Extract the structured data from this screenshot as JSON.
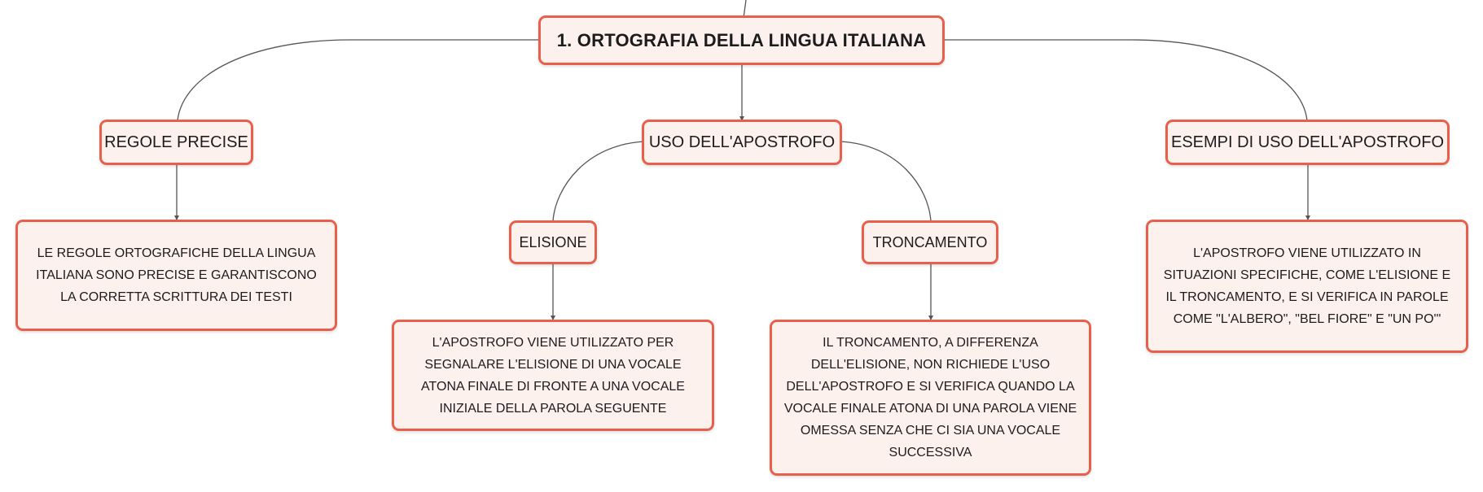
{
  "diagram": {
    "root": {
      "label": "1. ORTOGRAFIA DELLA LINGUA ITALIANA"
    },
    "regole": {
      "label": "REGOLE PRECISE",
      "detail": "LE REGOLE ORTOGRAFICHE DELLA LINGUA ITALIANA SONO PRECISE E GARANTISCONO LA CORRETTA SCRITTURA DEI TESTI"
    },
    "uso": {
      "label": "USO DELL'APOSTROFO",
      "elisione": {
        "label": "ELISIONE",
        "detail": "L'APOSTROFO VIENE UTILIZZATO PER SEGNALARE L'ELISIONE DI UNA VOCALE ATONA FINALE DI FRONTE A UNA VOCALE INIZIALE DELLA PAROLA SEGUENTE"
      },
      "troncamento": {
        "label": "TRONCAMENTO",
        "detail": "IL TRONCAMENTO, A DIFFERENZA DELL'ELISIONE, NON RICHIEDE L'USO DELL'APOSTROFO E SI VERIFICA QUANDO LA VOCALE FINALE ATONA DI UNA PAROLA VIENE OMESSA SENZA CHE CI SIA UNA VOCALE SUCCESSIVA"
      }
    },
    "esempi": {
      "label": "ESEMPI DI USO DELL'APOSTROFO",
      "detail": "L'APOSTROFO VIENE UTILIZZATO IN SITUAZIONI SPECIFICHE, COME L'ELISIONE E IL TRONCAMENTO, E SI VERIFICA IN PAROLE COME \"L'ALBERO\", \"BEL FIORE\" E \"UN PO'\""
    }
  },
  "colors": {
    "node_border": "#e8604c",
    "node_fill": "#fdf1ee",
    "connector": "#555555"
  }
}
